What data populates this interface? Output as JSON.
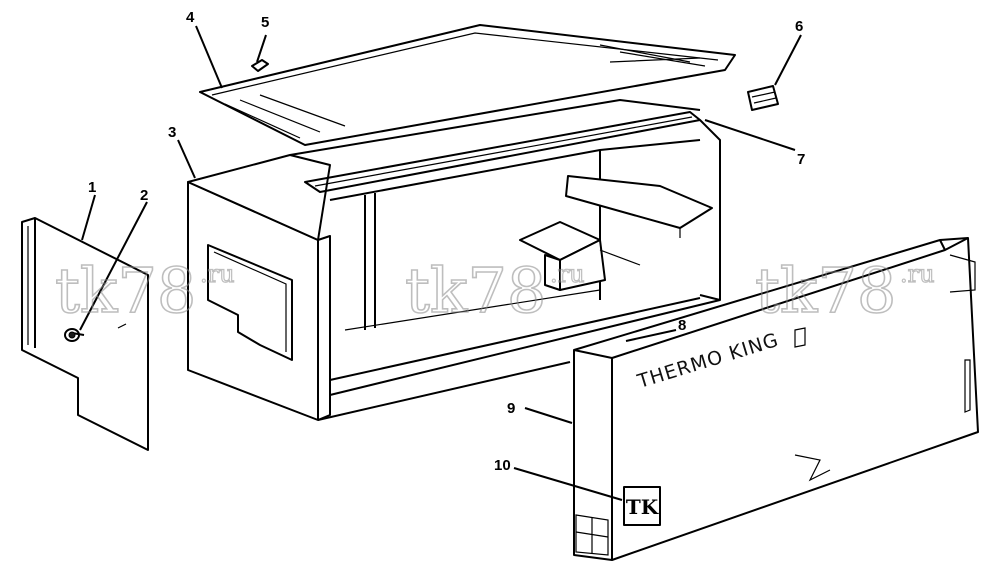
{
  "callouts": [
    "1",
    "2",
    "3",
    "4",
    "5",
    "6",
    "7",
    "8",
    "9",
    "10"
  ],
  "brand_text": "THERMO KING",
  "logo_text": "TK",
  "watermark": {
    "text": "tk78",
    "suffix": ".ru"
  },
  "colors": {
    "line": "#000000",
    "background": "#ffffff",
    "watermark": "#8a8a8a"
  }
}
